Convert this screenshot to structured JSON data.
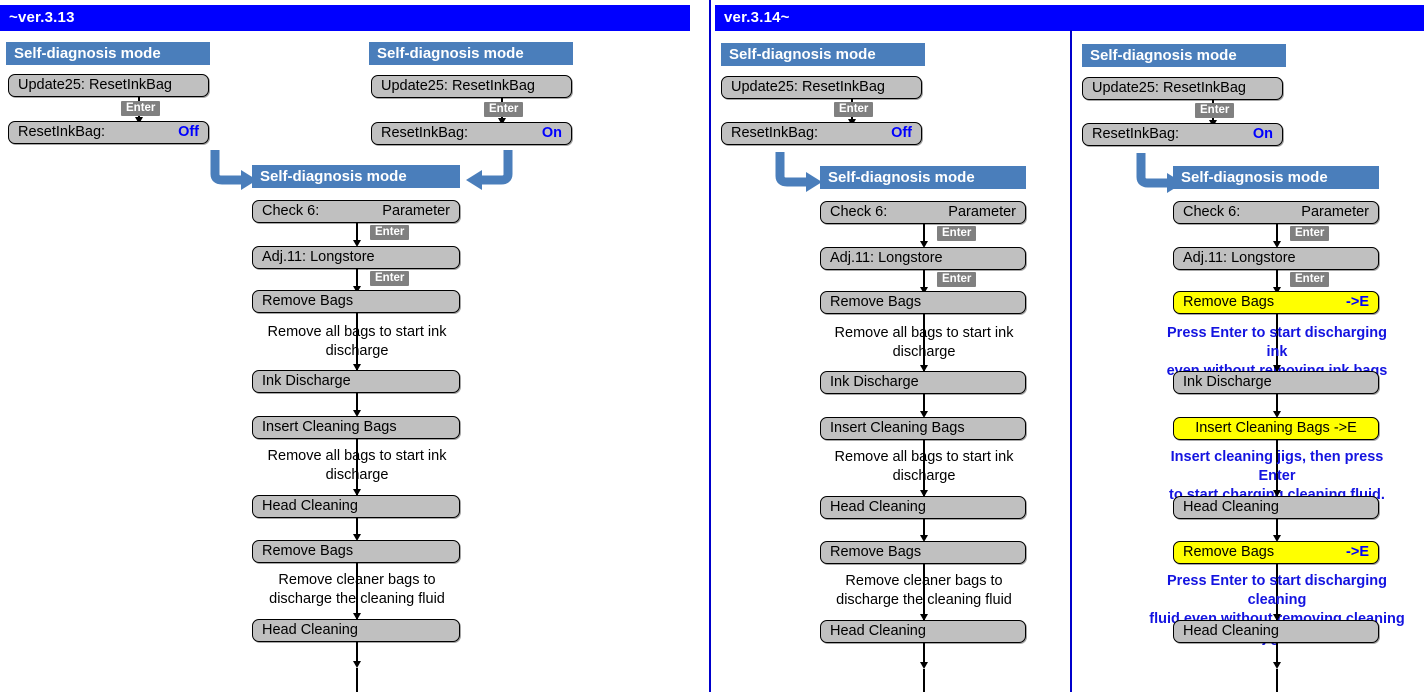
{
  "panels": [
    {
      "id": "left",
      "title": "~ver.3.13",
      "columns": [
        {
          "id": "v313-off",
          "header": "Self-diagnosis mode",
          "nodes": [
            {
              "label": "Update25: ResetInkBag",
              "value": ""
            },
            {
              "label": "ResetInkBag:",
              "value": "Off"
            }
          ],
          "enter_label": "Enter"
        },
        {
          "id": "v313-on",
          "header": "Self-diagnosis mode",
          "nodes": [
            {
              "label": "Update25: ResetInkBag",
              "value": ""
            },
            {
              "label": "ResetInkBag:",
              "value": "On"
            }
          ],
          "enter_label": "Enter"
        }
      ],
      "flow": {
        "header": "Self-diagnosis mode",
        "steps": [
          {
            "type": "node",
            "label": "Check  6:",
            "value": "Parameter",
            "highlight": false
          },
          {
            "type": "enter",
            "label": "Enter"
          },
          {
            "type": "node",
            "label": "Adj.11:  Longstore",
            "value": "",
            "highlight": false
          },
          {
            "type": "enter",
            "label": "Enter"
          },
          {
            "type": "node",
            "label": "Remove Bags",
            "value": "",
            "highlight": false
          },
          {
            "type": "note",
            "text": "Remove all bags to start ink\ndischarge",
            "blue": false
          },
          {
            "type": "node",
            "label": "Ink Discharge",
            "value": "",
            "highlight": false
          },
          {
            "type": "node",
            "label": "Insert Cleaning Bags",
            "value": "",
            "highlight": false
          },
          {
            "type": "note",
            "text": "Remove all bags to start ink\ndischarge",
            "blue": false
          },
          {
            "type": "node",
            "label": "Head Cleaning",
            "value": "",
            "highlight": false
          },
          {
            "type": "node",
            "label": "Remove Bags",
            "value": "",
            "highlight": false
          },
          {
            "type": "note",
            "text": "Remove cleaner bags to\ndischarge the cleaning fluid",
            "blue": false
          },
          {
            "type": "node",
            "label": "Head Cleaning",
            "value": "",
            "highlight": false
          }
        ]
      }
    },
    {
      "id": "right",
      "title": "ver.3.14~",
      "columns": [
        {
          "id": "v314-off",
          "header": "Self-diagnosis mode",
          "nodes": [
            {
              "label": "Update25: ResetInkBag",
              "value": ""
            },
            {
              "label": "ResetInkBag:",
              "value": "Off"
            }
          ],
          "enter_label": "Enter"
        },
        {
          "id": "v314-on",
          "header": "Self-diagnosis mode",
          "nodes": [
            {
              "label": "Update25: ResetInkBag",
              "value": ""
            },
            {
              "label": "ResetInkBag:",
              "value": "On"
            }
          ],
          "enter_label": "Enter"
        }
      ],
      "flow_off": {
        "header": "Self-diagnosis mode",
        "steps": [
          {
            "type": "node",
            "label": "Check  6:",
            "value": "Parameter",
            "highlight": false
          },
          {
            "type": "enter",
            "label": "Enter"
          },
          {
            "type": "node",
            "label": "Adj.11:  Longstore",
            "value": "",
            "highlight": false
          },
          {
            "type": "enter",
            "label": "Enter"
          },
          {
            "type": "node",
            "label": "Remove Bags",
            "value": "",
            "highlight": false
          },
          {
            "type": "note",
            "text": "Remove all bags to start ink\ndischarge",
            "blue": false
          },
          {
            "type": "node",
            "label": "Ink Discharge",
            "value": "",
            "highlight": false
          },
          {
            "type": "node",
            "label": "Insert Cleaning Bags",
            "value": "",
            "highlight": false
          },
          {
            "type": "note",
            "text": "Remove all bags to start ink\ndischarge",
            "blue": false
          },
          {
            "type": "node",
            "label": "Head Cleaning",
            "value": "",
            "highlight": false
          },
          {
            "type": "node",
            "label": "Remove Bags",
            "value": "",
            "highlight": false
          },
          {
            "type": "note",
            "text": "Remove cleaner bags to\ndischarge the cleaning fluid",
            "blue": false
          },
          {
            "type": "node",
            "label": "Head Cleaning",
            "value": "",
            "highlight": false
          }
        ]
      },
      "flow_on": {
        "header": "Self-diagnosis mode",
        "steps": [
          {
            "type": "node",
            "label": "Check  6:",
            "value": "Parameter",
            "highlight": false
          },
          {
            "type": "enter",
            "label": "Enter"
          },
          {
            "type": "node",
            "label": "Adj.11:  Longstore",
            "value": "",
            "highlight": false
          },
          {
            "type": "enter",
            "label": "Enter"
          },
          {
            "type": "node",
            "label": "Remove Bags",
            "value": "->E",
            "highlight": true
          },
          {
            "type": "note",
            "text": "Press Enter to start discharging ink\neven without removing ink bags",
            "blue": true
          },
          {
            "type": "node",
            "label": "Ink Discharge",
            "value": "",
            "highlight": false
          },
          {
            "type": "node",
            "label": "Insert Cleaning Bags ->E",
            "value": "",
            "highlight": true
          },
          {
            "type": "note",
            "text": "Insert cleaning jigs, then press Enter\nto start charging cleaning fluid.",
            "blue": true
          },
          {
            "type": "node",
            "label": "Head Cleaning",
            "value": "",
            "highlight": false
          },
          {
            "type": "node",
            "label": "Remove Bags",
            "value": "->E",
            "highlight": true
          },
          {
            "type": "note",
            "text": "Press Enter to start discharging cleaning\nfluid even without removing cleaning jigs.",
            "blue": true
          },
          {
            "type": "node",
            "label": "Head Cleaning",
            "value": "",
            "highlight": false
          }
        ]
      }
    }
  ],
  "colors": {
    "title_bar": "#0000ff",
    "section_header": "#4a7ebb",
    "node_fill": "#c0c0c0",
    "node_highlight": "#ffff00",
    "value_text": "#0000ff",
    "note_blue": "#1414e0",
    "enter_badge": "#808080",
    "divider": "#0000cc"
  },
  "icons": {
    "branch_arrow_right": "branch-arrow-right-icon",
    "branch_arrow_left": "branch-arrow-left-icon",
    "flow_arrow": "down-arrow-icon"
  }
}
